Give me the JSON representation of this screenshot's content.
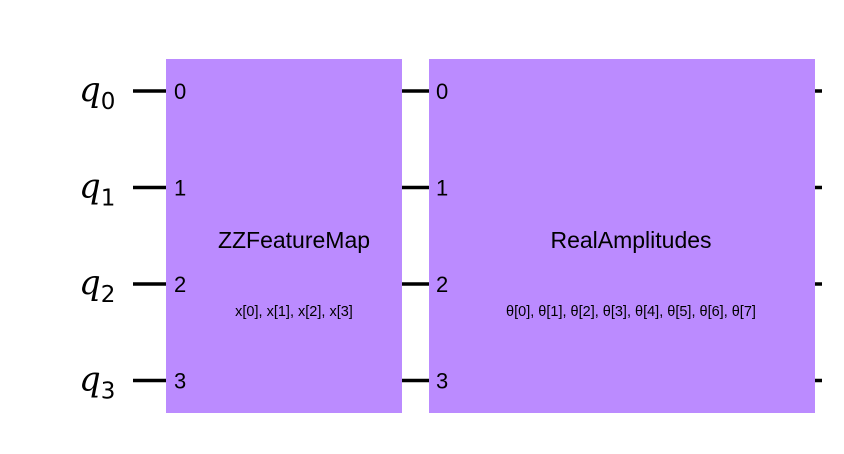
{
  "circuit": {
    "qubits": [
      {
        "symbol": "q",
        "index": "0"
      },
      {
        "symbol": "q",
        "index": "1"
      },
      {
        "symbol": "q",
        "index": "2"
      },
      {
        "symbol": "q",
        "index": "3"
      }
    ],
    "gates": [
      {
        "name": "ZZFeatureMap",
        "params": "x[0], x[1], x[2], x[3]",
        "ports": [
          "0",
          "1",
          "2",
          "3"
        ]
      },
      {
        "name": "RealAmplitudes",
        "params": "θ[0], θ[1], θ[2], θ[3], θ[4], θ[5], θ[6], θ[7]",
        "ports": [
          "0",
          "1",
          "2",
          "3"
        ]
      }
    ],
    "colors": {
      "gate_fill": "#bb8bff",
      "wire": "#000000",
      "text": "#000000"
    }
  }
}
